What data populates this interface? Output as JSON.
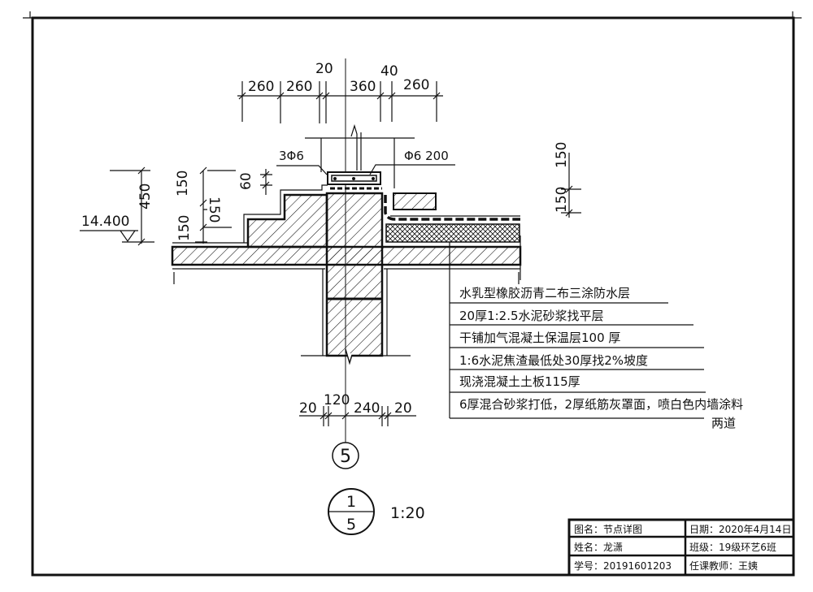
{
  "drawing": {
    "top_dimensions": [
      "260",
      "260",
      "20",
      "360",
      "40",
      "260"
    ],
    "bottom_dimensions": [
      "20",
      "120",
      "240",
      "20"
    ],
    "left_dimensions": {
      "total": "450",
      "upper": "150",
      "middle": "150",
      "lower": "150",
      "cap": "60"
    },
    "right_dimensions": [
      "150",
      "150"
    ],
    "elevation": "14.400",
    "rebar_main": "3Φ6",
    "rebar_stirrup": "Φ6  200",
    "axis_label": "5",
    "detail_number": "1",
    "detail_sheet": "5",
    "scale": "1:20"
  },
  "layers": [
    "水乳型橡胶沥青二布三涂防水层",
    "20厚1:2.5水泥砂浆找平层",
    "干铺加气混凝土保温层100 厚",
    "1:6水泥焦渣最低处30厚找2%坡度",
    "现浇混凝土土板115厚",
    "6厚混合砂浆打低，2厚纸筋灰罩面，喷白色内墙涂料",
    "两道"
  ],
  "title_block": {
    "drawing_name": "图名：节点详图",
    "date": "日期：2020年4月14日",
    "name": "姓名：龙潇",
    "class": "班级：19级环艺6班",
    "student_id": "学号：20191601203",
    "teacher": "任课教师：王姨"
  }
}
